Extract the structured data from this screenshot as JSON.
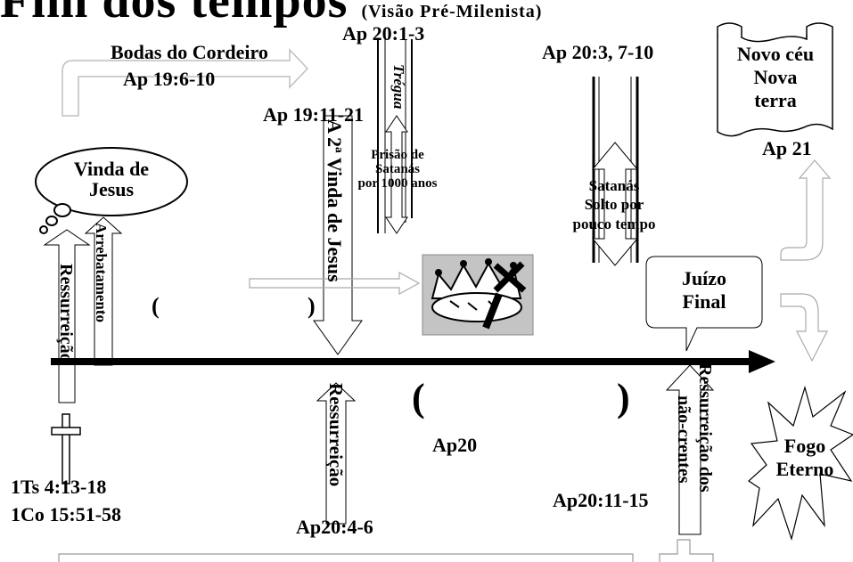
{
  "title": {
    "main": "Fim dos tempos",
    "sub": "(Visão Pré-Milenista)"
  },
  "labels": {
    "bodas_title": "Bodas do Cordeiro",
    "bodas_ref": "Ap 19:6-10",
    "vinda_line1": "Vinda de",
    "vinda_line2": "Jesus",
    "ap19_11": "Ap 19:11-21",
    "segunda_vinda": "A 2ª Vinda de Jesus",
    "ap20_1": "Ap 20:1-3",
    "tregua": "Trégua",
    "prisao_line1": "Prisão de",
    "prisao_line2": "Satanás",
    "prisao_line3": "por 1000 anos",
    "ap20_3": "Ap 20:3, 7-10",
    "solto_line1": "Satanás",
    "solto_line2": "Solto por",
    "solto_line3": "pouco tempo",
    "novo_line1": "Novo céu",
    "novo_line2": "Nova",
    "novo_line3": "terra",
    "ap21": "Ap 21",
    "juizo_line1": "Juízo",
    "juizo_line2": "Final",
    "fogo_line1": "Fogo",
    "fogo_line2": "Eterno",
    "ressurreicao_left": "Ressurreição",
    "arrebatamento": "Arrebatamento",
    "ressurreicao_mid": "Ressurreição",
    "ap20_4": "Ap20:4-6",
    "ap20": "Ap20",
    "ressurreicao_dos": "Ressurreição dos",
    "nao_crentes": "não-crentes",
    "ap20_11": "Ap20:11-15",
    "ts": "1Ts 4:13-18",
    "co": "1Co 15:51-58",
    "paren_open_small": "(",
    "paren_close_small": ")",
    "paren_open_big": "(",
    "paren_close_big": ")"
  },
  "icons": [
    "cross-icon",
    "crown-icon",
    "thought-cloud",
    "speech-bubble",
    "scroll-banner",
    "explosion-burst"
  ]
}
